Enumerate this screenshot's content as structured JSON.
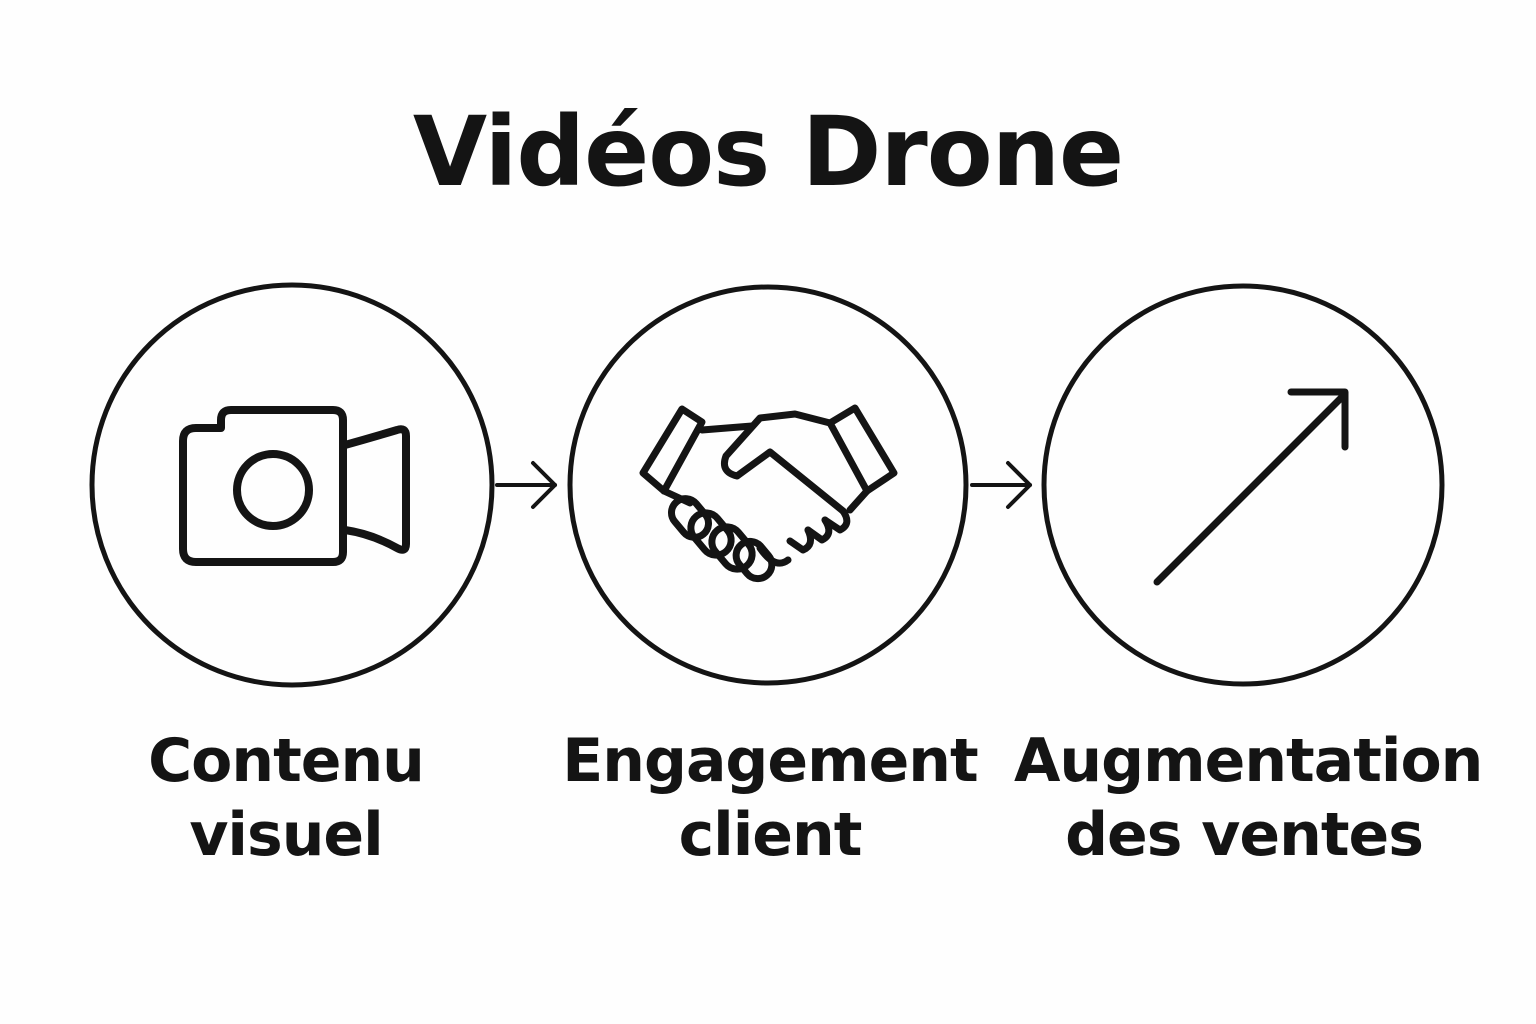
{
  "title": "Vidéos Drone",
  "steps": [
    {
      "icon": "video-camera-icon",
      "line1": "Contenu",
      "line2": "visuel"
    },
    {
      "icon": "handshake-icon",
      "line1": "Engagement",
      "line2": "client"
    },
    {
      "icon": "arrow-up-right-icon",
      "line1": "Augmentation",
      "line2": "des ventes"
    }
  ],
  "colors": {
    "ink": "#141414",
    "background": "#fefefe"
  }
}
